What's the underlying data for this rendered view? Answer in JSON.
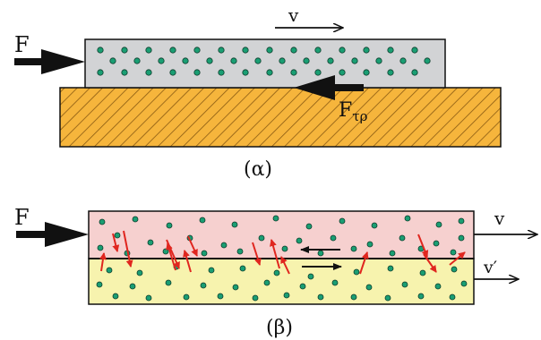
{
  "panel_a": {
    "caption": "(α)",
    "force_label": "F",
    "velocity_label": "v",
    "friction_label": "F",
    "friction_subscript": "τρ"
  },
  "panel_b": {
    "caption": "(β)",
    "force_label": "F",
    "upper_velocity_label": "v",
    "lower_velocity_label": "v′"
  },
  "colors": {
    "block": "#d2d3d5",
    "surface": "#f6b53c",
    "hatch": "#8a5a12",
    "particle": "#1a9e73",
    "upper_layer": "#f6d0cf",
    "lower_layer": "#f7f3ae",
    "red_arrow": "#e0261f",
    "outline": "#111111"
  }
}
